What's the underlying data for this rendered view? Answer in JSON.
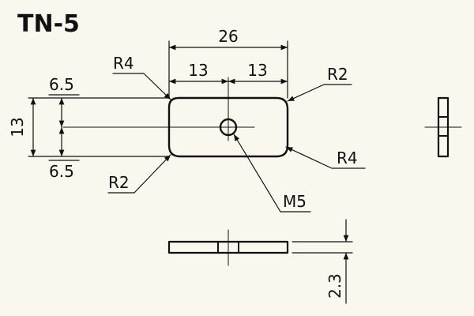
{
  "title": "TN-5",
  "dimensions": {
    "overall_length": "26",
    "half_left": "13",
    "half_right": "13",
    "height": "13",
    "top_offset": "6.5",
    "bottom_offset": "6.5",
    "thickness": "2.3"
  },
  "radii": {
    "top_left": "R4",
    "top_right": "R2",
    "bottom_left": "R2",
    "bottom_right": "R4"
  },
  "thread": "M5",
  "colors": {
    "background": "#faf7ee",
    "ink": "#111111"
  }
}
